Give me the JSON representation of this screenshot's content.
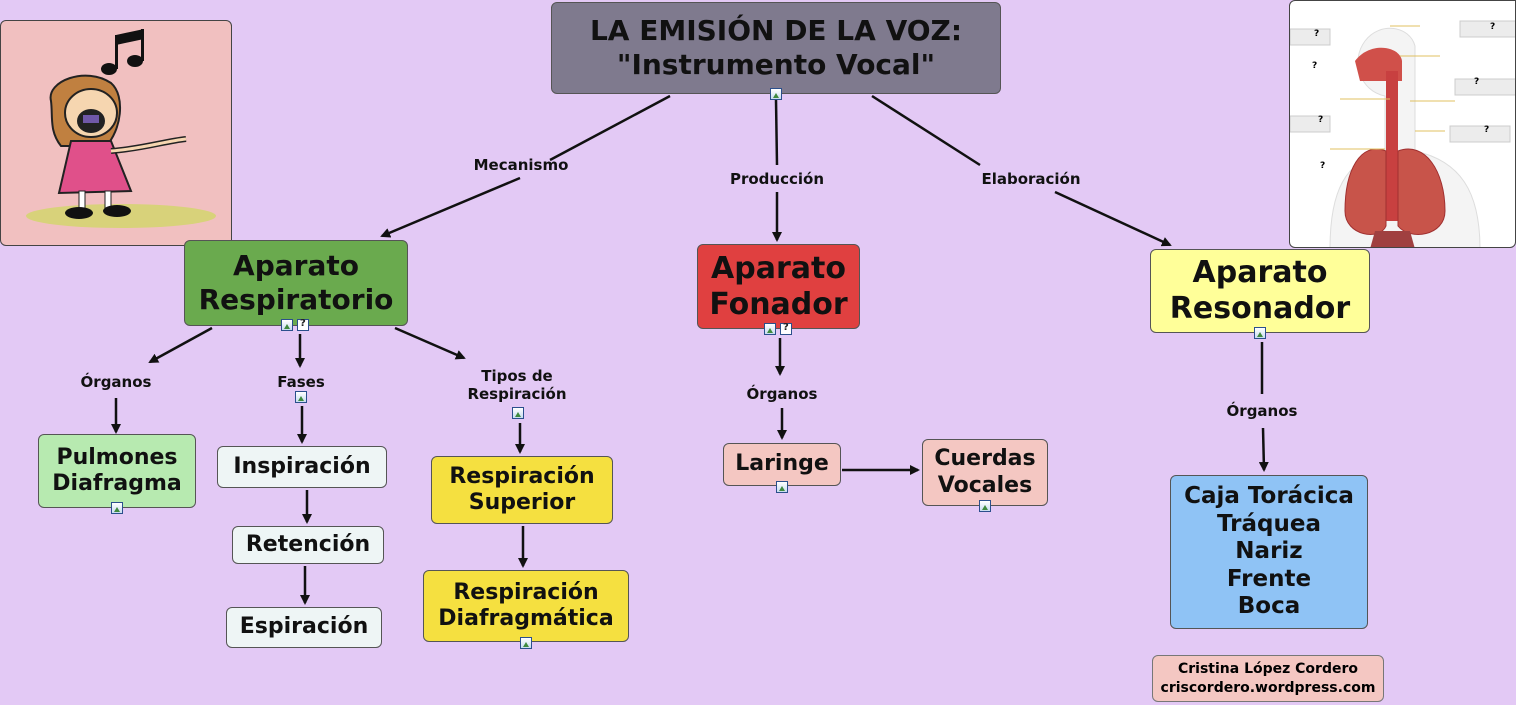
{
  "title": {
    "lines": [
      "LA EMISIÓN DE LA VOZ:",
      "\"Instrumento Vocal\""
    ]
  },
  "branches": {
    "mecanismo": "Mecanismo",
    "produccion": "Producción",
    "elaboracion": "Elaboración"
  },
  "respiratorio": {
    "lines": [
      "Aparato",
      "Respiratorio"
    ],
    "color": "#6aaa4e",
    "organos_label": "Órganos",
    "fases_label": "Fases",
    "tipos_label": [
      "Tipos de",
      "Respiración"
    ],
    "organos": [
      "Pulmones",
      "Diafragma"
    ],
    "fases": [
      "Inspiración",
      "Retención",
      "Espiración"
    ],
    "tipos": [
      [
        "Respiración",
        "Superior"
      ],
      [
        "Respiración",
        "Diafragmática"
      ]
    ]
  },
  "fonador": {
    "lines": [
      "Aparato",
      "Fonador"
    ],
    "color": "#e04040",
    "organos_label": "Órganos",
    "laringe": "Laringe",
    "cuerdas": [
      "Cuerdas",
      "Vocales"
    ]
  },
  "resonador": {
    "lines": [
      "Aparato",
      "Resonador"
    ],
    "color": "#ffff99",
    "organos_label": "Órganos",
    "organos": [
      "Caja Torácica",
      "Tráquea",
      "Nariz",
      "Frente",
      "Boca"
    ]
  },
  "anatomy_marks": [
    "?",
    "?",
    "?",
    "?",
    "?",
    "?",
    "?"
  ],
  "credit": {
    "name": "Cristina López Cordero",
    "site": "criscordero.wordpress.com"
  },
  "colors": {
    "background": "#e3c9f5",
    "title_box": "#7f7a8e",
    "organos_resp": "#b7eab0",
    "fases": "#eef5f5",
    "tipos": "#f5e040",
    "laringe": "#f4c7c2",
    "resonador_organos": "#8fc3f5"
  }
}
